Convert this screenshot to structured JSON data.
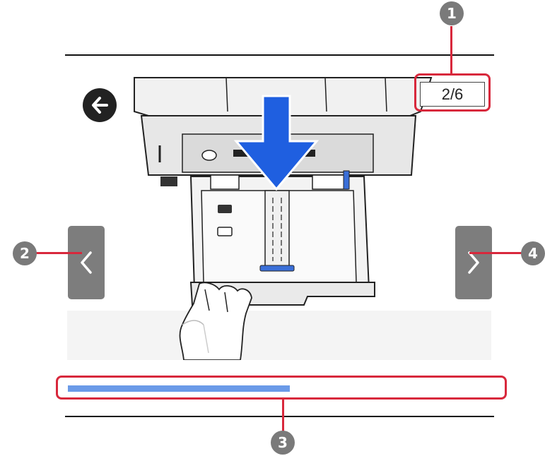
{
  "page_indicator": {
    "text": "2/6"
  },
  "callouts": [
    {
      "number": "1"
    },
    {
      "number": "2"
    },
    {
      "number": "3"
    },
    {
      "number": "4"
    }
  ],
  "progress": {
    "fraction": 0.52,
    "color": "#6a9ae8"
  },
  "icons": {
    "back": "back-arrow-icon",
    "previous": "chevron-left-icon",
    "next": "chevron-right-icon",
    "instruction_arrow": "down-arrow-icon"
  },
  "colors": {
    "callout_red": "#d8283c",
    "callout_badge": "#7a7a7a",
    "nav_button": "#7d7d7d",
    "arrow_blue": "#1f5fe0"
  }
}
